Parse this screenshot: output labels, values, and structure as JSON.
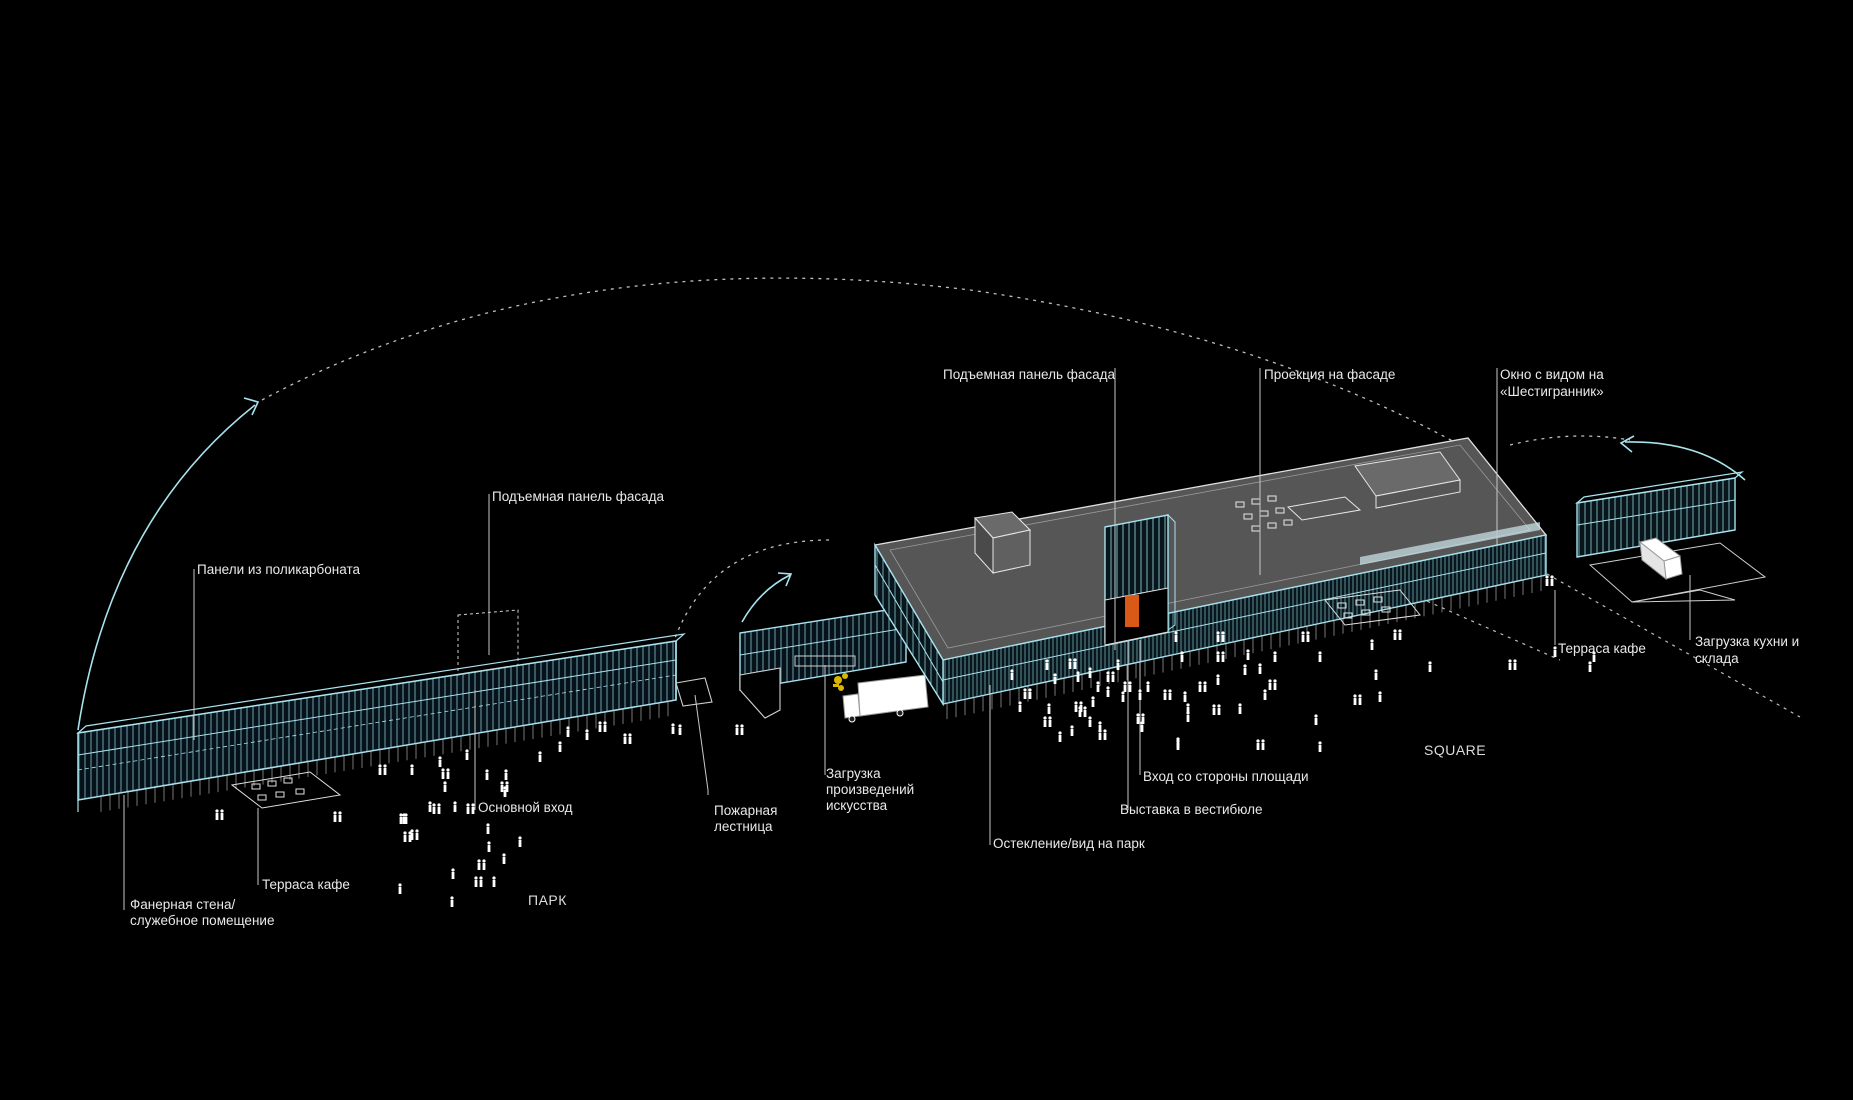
{
  "labels": {
    "polycarbonate_panels": "Панели из поликарбоната",
    "lift_panel_left": "Подъемная панель фасада",
    "main_entrance": "Основной вход",
    "cafe_terrace_left": "Терраса кафе",
    "plywood_wall_line1": "Фанерная стена/",
    "plywood_wall_line2": "служебное помещение",
    "park": "ПАРК",
    "fire_stair_line1": "Пожарная",
    "fire_stair_line2": "лестница",
    "art_loading_line1": "Загрузка",
    "art_loading_line2": "произведений",
    "art_loading_line3": "искусства",
    "lift_panel_right": "Подъемная панель фасада",
    "facade_projection": "Проекция на фасаде",
    "window_view_line1": "Окно с видом на",
    "window_view_line2": "«Шестигранник»",
    "glazing": "Остекление/вид на парк",
    "lobby_exhibition": "Выставка в вестибюле",
    "square_entrance": "Вход со стороны площади",
    "square": "SQUARE",
    "cafe_terrace_right": "Терраса кафе",
    "kitchen_loading_line1": "Загрузка кухни и",
    "kitchen_loading_line2": "склада"
  },
  "colors": {
    "background": "#000000",
    "line": "#a8e3ee",
    "label": "#e9e9e9",
    "accent": "#ff6a1a",
    "art": "#d9b600"
  }
}
